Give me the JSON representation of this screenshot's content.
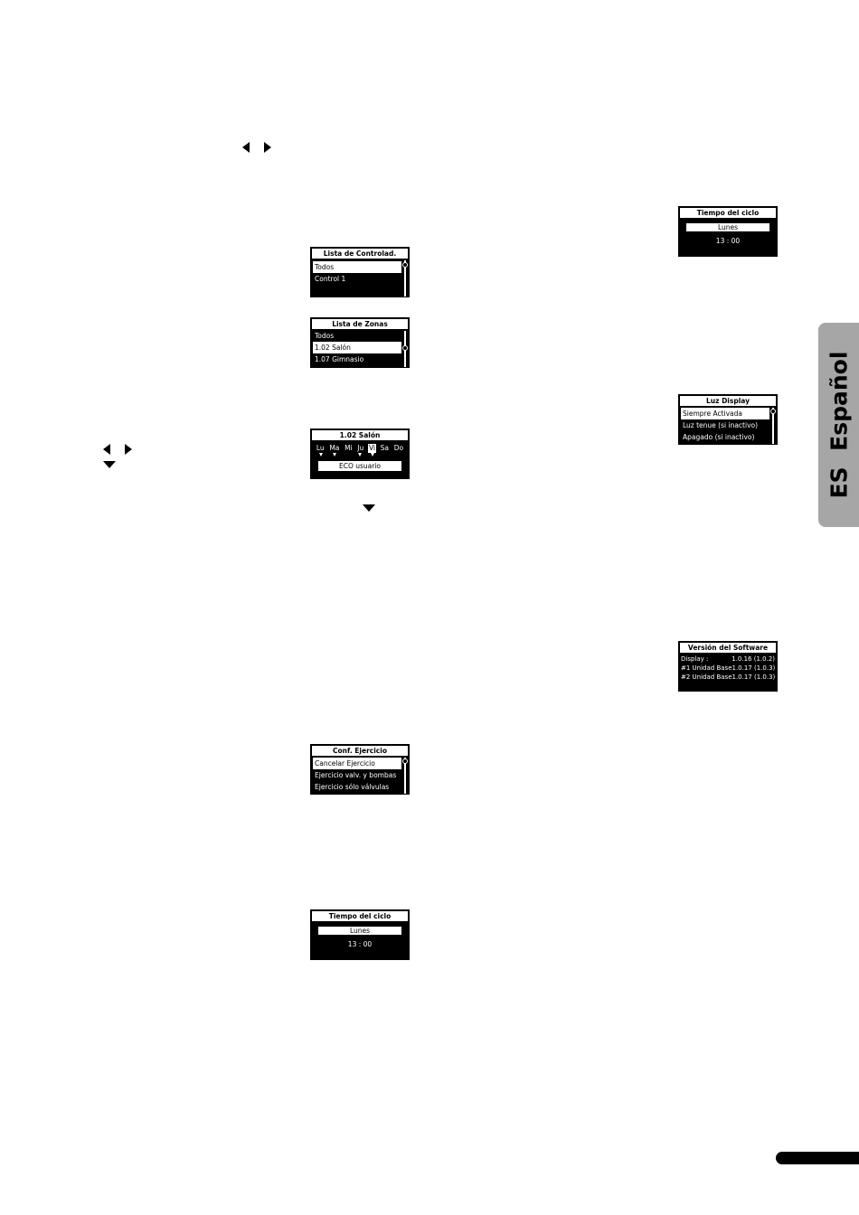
{
  "side_tab": {
    "code": "ES",
    "language": "Español"
  },
  "screens": {
    "controllers": {
      "title": "Lista de Controlad.",
      "items": [
        "Todos",
        "Control 1"
      ]
    },
    "zones": {
      "title": "Lista de Zonas",
      "items": [
        "Todos",
        "1.02 Salón",
        "1.07 Gimnasio"
      ]
    },
    "room": {
      "title": "1.02 Salón",
      "days": [
        "Lu",
        "Ma",
        "Mi",
        "Ju",
        "Vi",
        "Sa",
        "Do"
      ],
      "mode": "ECO usuario"
    },
    "exercise": {
      "title": "Conf. Ejercicio",
      "items": [
        "Cancelar Ejercicio",
        "Ejercicio valv. y bombas",
        "Ejercicio sólo válvulas"
      ]
    },
    "cycle_left": {
      "title": "Tiempo del ciclo",
      "day": "Lunes",
      "time": "13 : 00"
    },
    "cycle_right": {
      "title": "Tiempo del ciclo",
      "day": "Lunes",
      "time": "13 : 00"
    },
    "display_light": {
      "title": "Luz Display",
      "items": [
        "Siempre Activada",
        "Luz tenue (si inactivo)",
        "Apagado (si inactivo)"
      ]
    },
    "software": {
      "title": "Versión del Software",
      "rows": [
        {
          "label": "Display :",
          "value": "1.0.16 (1.0.2)"
        },
        {
          "label": "#1 Unidad Base",
          "value": "1.0.17 (1.0.3)"
        },
        {
          "label": "#2 Unidad Base",
          "value": "1.0.17 (1.0.3)"
        }
      ]
    }
  }
}
